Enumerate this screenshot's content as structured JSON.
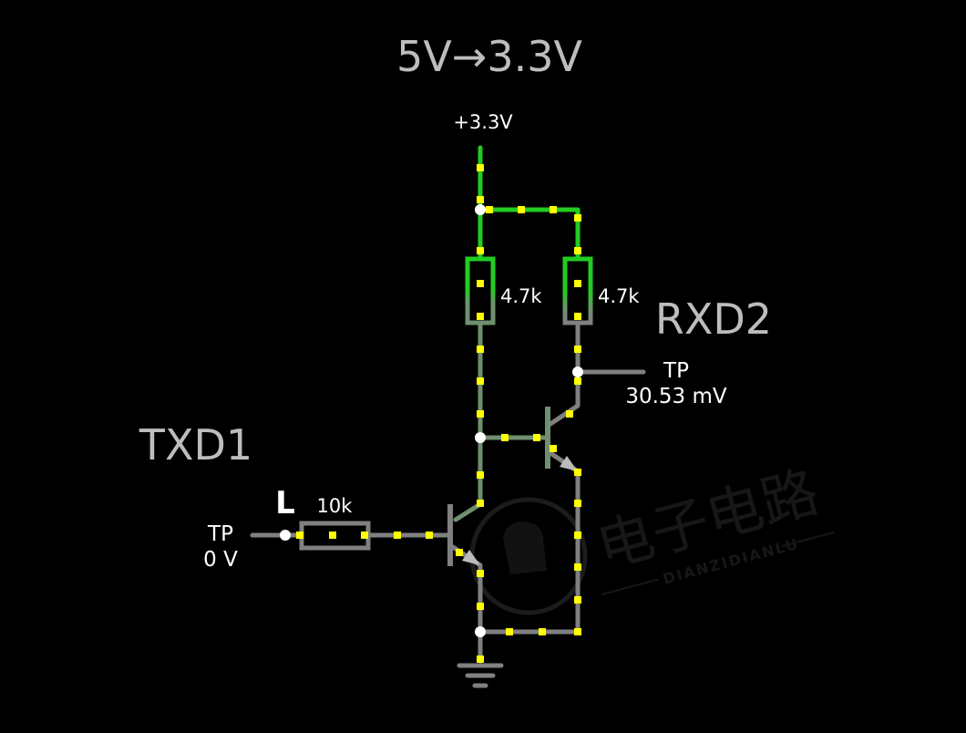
{
  "title": "5V→3.3V",
  "supply_label": "+3.3V",
  "resistors": [
    {
      "label": "4.7k"
    },
    {
      "label": "4.7k"
    },
    {
      "label": "10k"
    }
  ],
  "labels": {
    "txd": "TXD1",
    "rxd": "RXD2"
  },
  "input_probe": {
    "name": "TP",
    "value": "0 V",
    "logic_state": "L"
  },
  "output_probe": {
    "name": "TP",
    "value": "30.53 mV"
  },
  "watermark": {
    "cn": "电子电路",
    "en": "DIANZIDIANLU"
  },
  "colors": {
    "high": "#22cc22",
    "mid": "#6f8f6f",
    "low": "#808080",
    "current_dot": "#ffff00"
  }
}
